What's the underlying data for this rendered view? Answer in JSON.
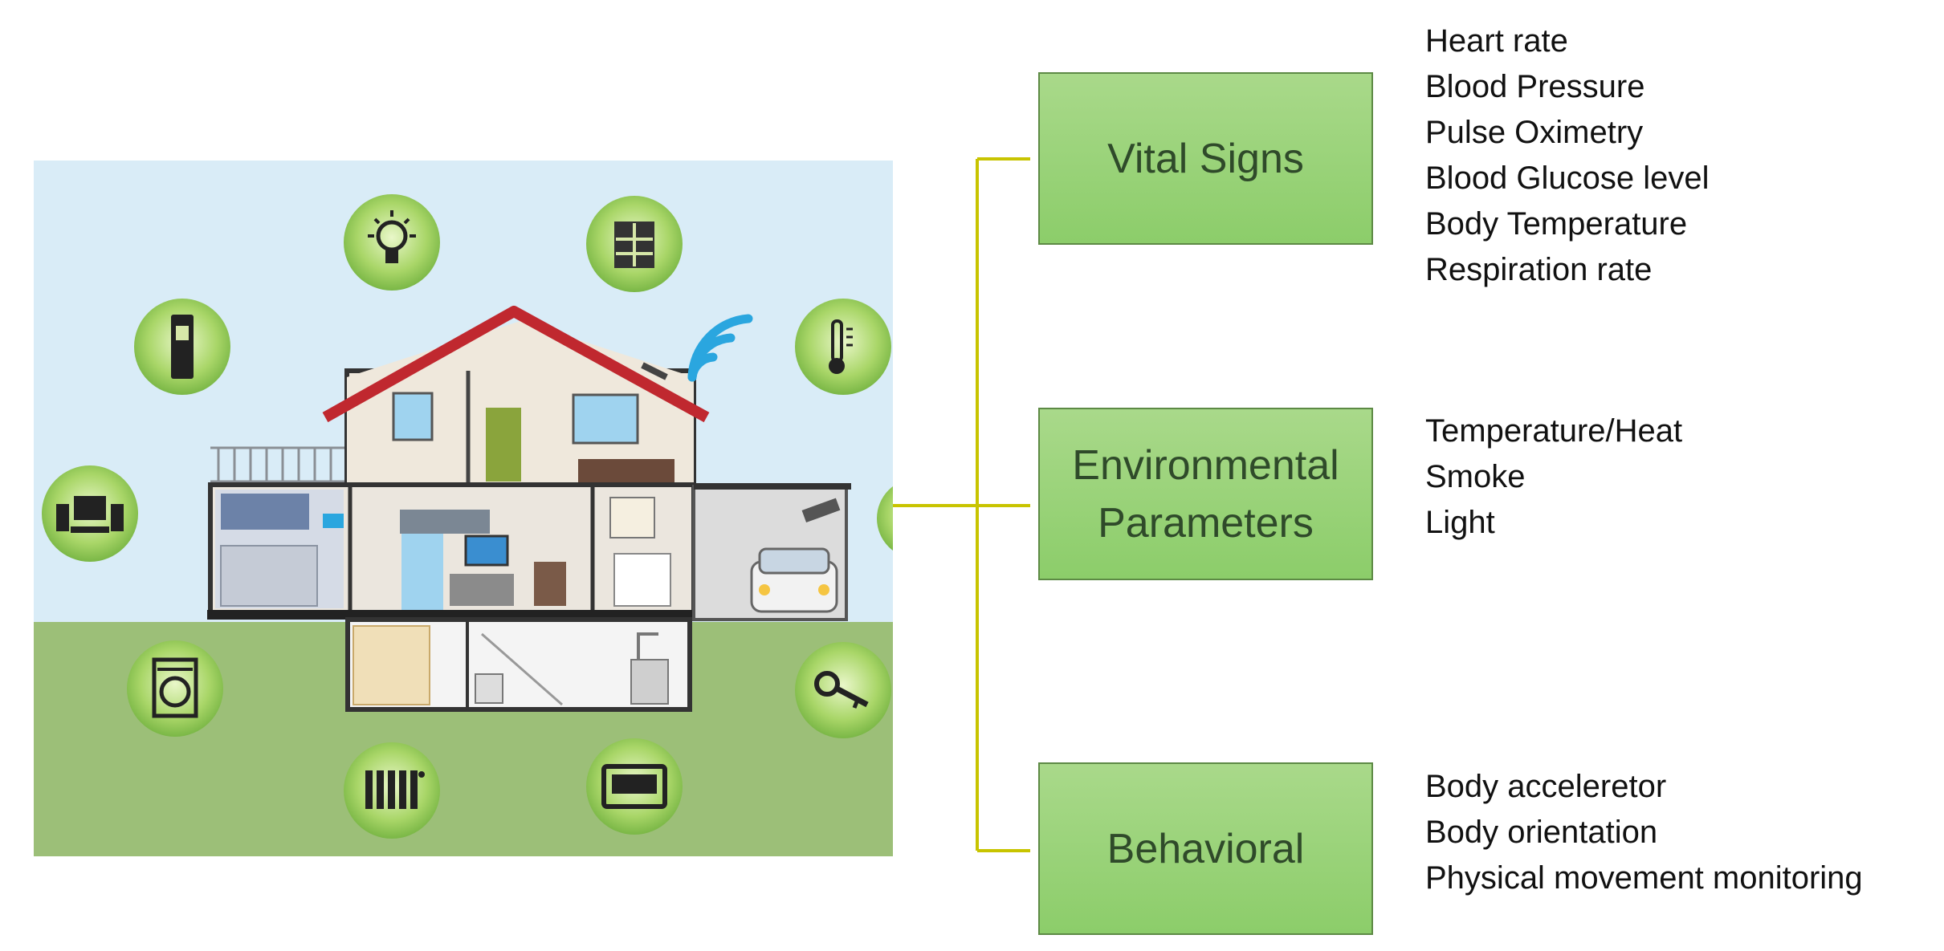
{
  "categories": [
    {
      "id": "vital-signs",
      "label": "Vital Signs",
      "items": [
        "Heart rate",
        "Blood Pressure",
        "Pulse Oximetry",
        "Blood Glucose level",
        "Body Temperature",
        "Respiration rate"
      ]
    },
    {
      "id": "environmental-parameters",
      "label": "Environmental\nParameters",
      "items": [
        "Temperature/Heat",
        "Smoke",
        "Light"
      ]
    },
    {
      "id": "behavioral",
      "label": "Behavioral",
      "items": [
        "Body acceleretor",
        "Body orientation",
        "Physical movement monitoring"
      ]
    }
  ],
  "house_icons": [
    "light-bulb-icon",
    "window-icon",
    "thermometer-icon",
    "key-icon",
    "garage-door-icon",
    "radiator-icon",
    "washing-machine-icon",
    "tv-speakers-icon",
    "fridge-icon",
    "wifi-icon"
  ],
  "colors": {
    "box_fill": "#8ccd6a",
    "box_border": "#5d8a45",
    "connector": "#c8c400",
    "sky": "#d9ecf7",
    "grass": "#9cbf78",
    "roof": "#c0282f",
    "wifi": "#2aa6df"
  }
}
